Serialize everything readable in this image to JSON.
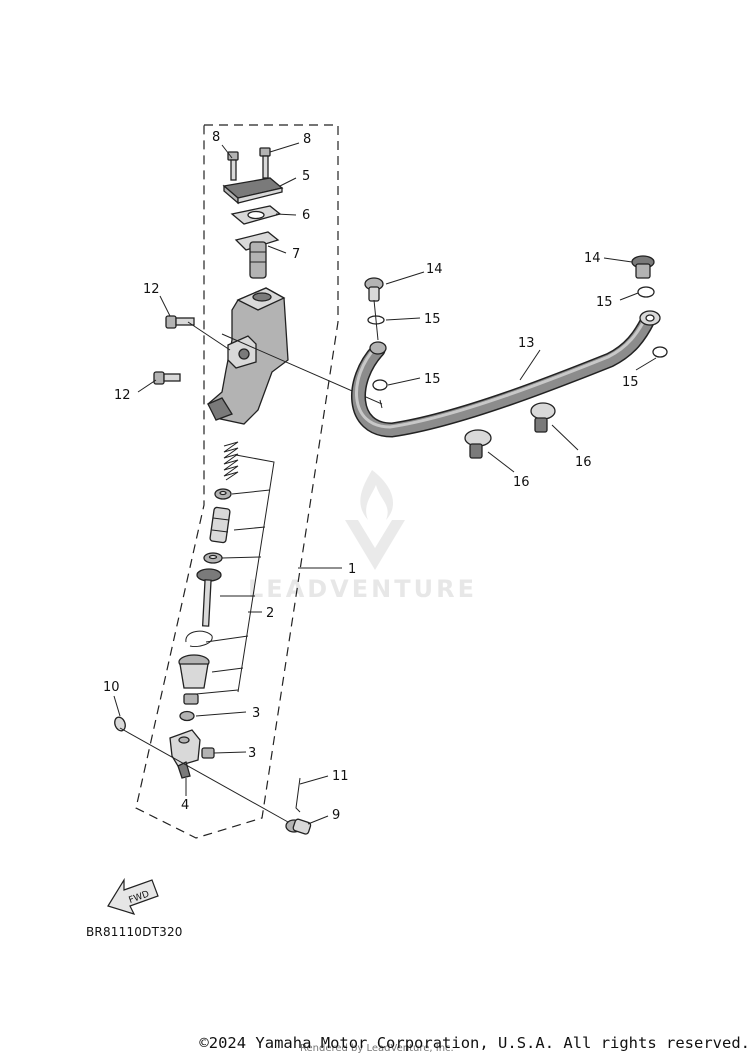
{
  "diagram": {
    "code": "BR81110DT320",
    "fwd_label": "FWD",
    "watermark": "LEADVENTURE",
    "copyright": "©2024 Yamaha Motor Corporation, U.S.A. All rights reserved.",
    "credit": "Rendered by LeadVenture, Inc.",
    "callouts": [
      {
        "id": "c1",
        "label": "1"
      },
      {
        "id": "c2",
        "label": "2"
      },
      {
        "id": "c3a",
        "label": "3"
      },
      {
        "id": "c3b",
        "label": "3"
      },
      {
        "id": "c4",
        "label": "4"
      },
      {
        "id": "c5",
        "label": "5"
      },
      {
        "id": "c6",
        "label": "6"
      },
      {
        "id": "c7",
        "label": "7"
      },
      {
        "id": "c8a",
        "label": "8"
      },
      {
        "id": "c8b",
        "label": "8"
      },
      {
        "id": "c9",
        "label": "9"
      },
      {
        "id": "c10",
        "label": "10"
      },
      {
        "id": "c11",
        "label": "11"
      },
      {
        "id": "c12a",
        "label": "12"
      },
      {
        "id": "c12b",
        "label": "12"
      },
      {
        "id": "c13",
        "label": "13"
      },
      {
        "id": "c14a",
        "label": "14"
      },
      {
        "id": "c14b",
        "label": "14"
      },
      {
        "id": "c15a",
        "label": "15"
      },
      {
        "id": "c15b",
        "label": "15"
      },
      {
        "id": "c15c",
        "label": "15"
      },
      {
        "id": "c15d",
        "label": "15"
      },
      {
        "id": "c16a",
        "label": "16"
      },
      {
        "id": "c16b",
        "label": "16"
      }
    ]
  }
}
